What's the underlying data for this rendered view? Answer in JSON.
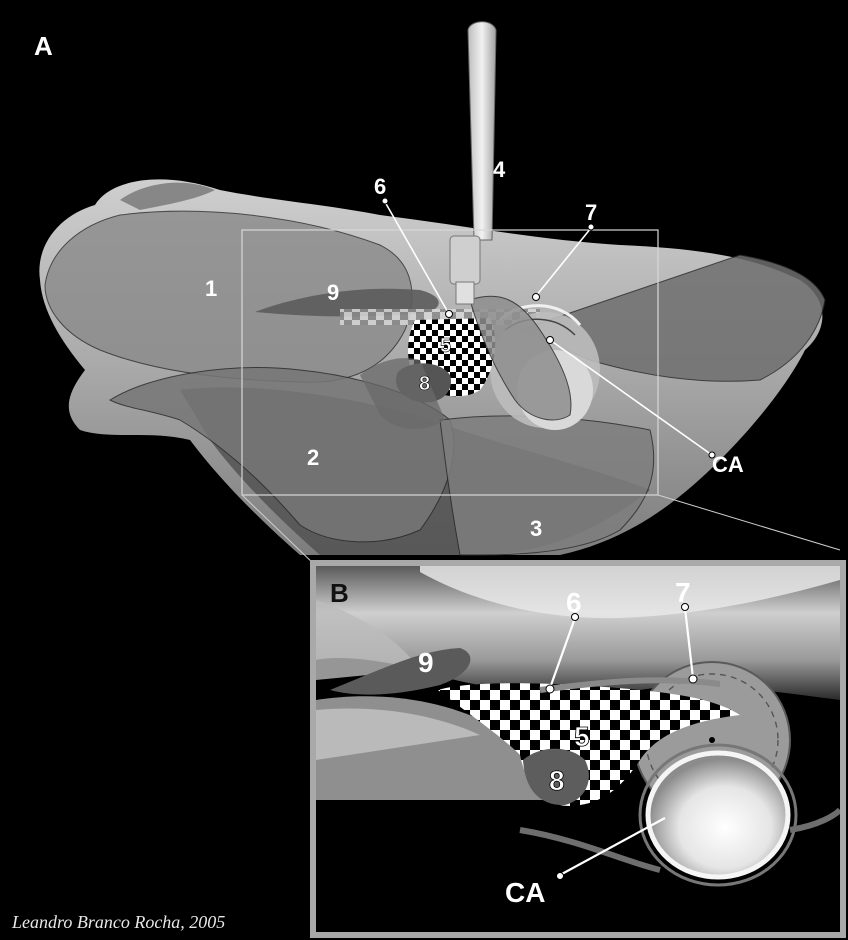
{
  "panels": {
    "a": {
      "label": "A"
    },
    "b": {
      "label": "B"
    }
  },
  "structures": {
    "s1": "1",
    "s2": "2",
    "s3": "3",
    "s4": "4",
    "s5": "5",
    "s6": "6",
    "s7": "7",
    "s8": "8",
    "s9": "9",
    "ca": "CA"
  },
  "credit": "Leandro Branco Rocha, 2005"
}
